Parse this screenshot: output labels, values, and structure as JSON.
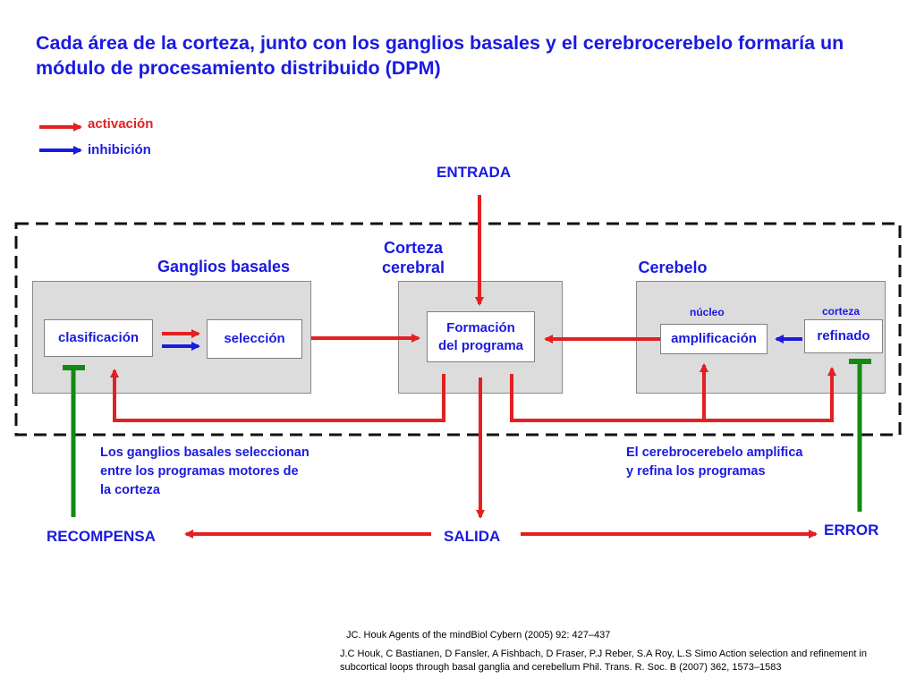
{
  "title": "Cada área de la corteza, junto con los ganglios basales y el cerebrocerebelo formaría un módulo de procesamiento distribuido (DPM)",
  "legend": {
    "activation": "activación",
    "inhibition": "inhibición"
  },
  "colors": {
    "activation": "#e32020",
    "inhibition": "#1a1ae0",
    "reward_error": "#138a13",
    "text": "#1a1ae0",
    "panel": "#dcdcdc"
  },
  "input_label": "ENTRADA",
  "output_label": "SALIDA",
  "reward_label": "RECOMPENSA",
  "error_label": "ERROR",
  "modules": {
    "basal_ganglia": {
      "heading": "Ganglios basales",
      "box1": "clasificación",
      "box2": "selección"
    },
    "cortex": {
      "heading_line1": "Corteza",
      "heading_line2": "cerebral",
      "box_line1": "Formación",
      "box_line2": "del programa"
    },
    "cerebellum": {
      "heading": "Cerebelo",
      "nucleus_label": "núcleo",
      "cortex_label": "corteza",
      "box1": "amplificación",
      "box2": "refinado"
    }
  },
  "descriptions": {
    "basal_line1": "Los ganglios basales seleccionan",
    "basal_line2": "entre los programas motores de",
    "basal_line3": "la corteza",
    "cereb_line1": "El cerebrocerebelo amplifica",
    "cereb_line2": "y refina los programas"
  },
  "references": {
    "ref1": "JC. Houk Agents of the mindBiol Cybern (2005) 92: 427–437",
    "ref2_line1": "J.C Houk, C Bastianen, D Fansler, A Fishbach, D Fraser, P.J Reber, S.A Roy, L.S Simo Action selection and refinement in",
    "ref2_line2": "subcortical loops through basal ganglia and cerebellum Phil. Trans. R. Soc. B (2007) 362, 1573–1583"
  }
}
